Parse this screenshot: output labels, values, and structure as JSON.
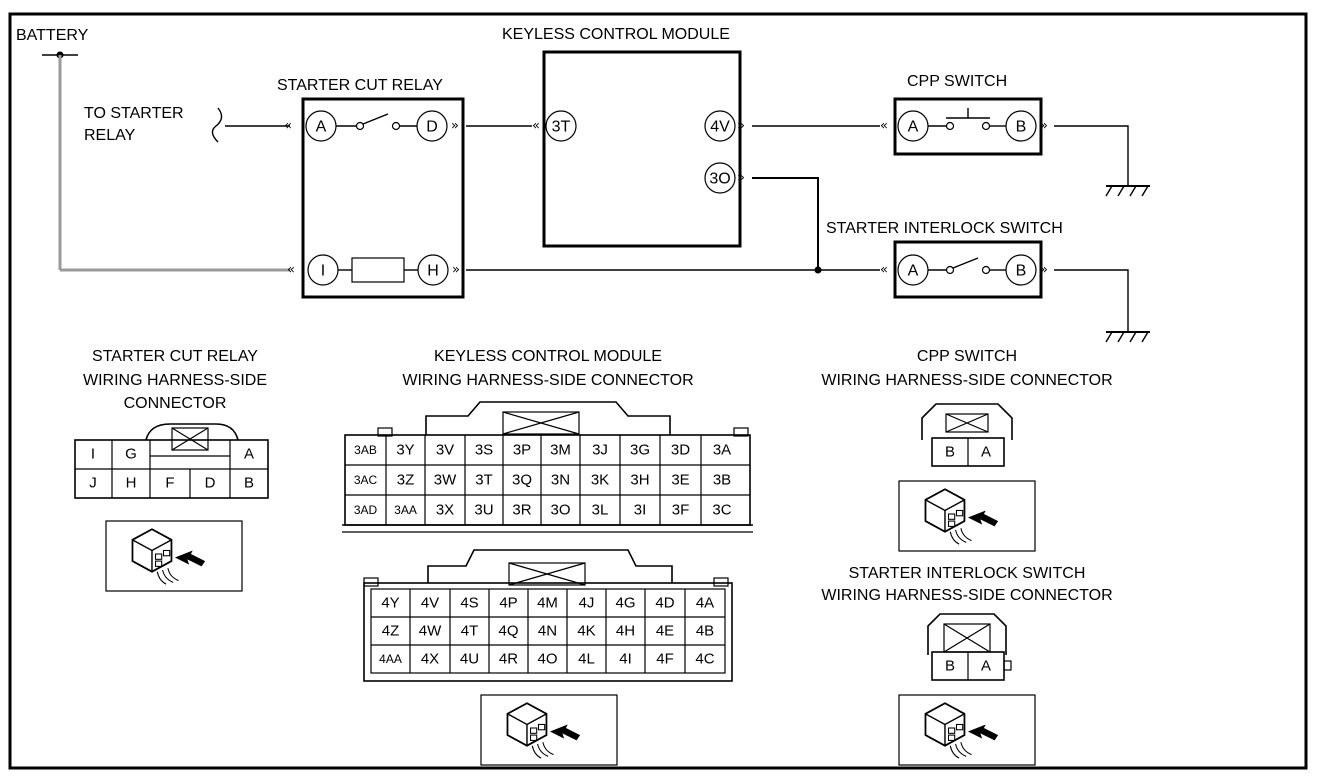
{
  "labels": {
    "battery": "BATTERY",
    "to_starter_relay_1": "TO STARTER",
    "to_starter_relay_2": "RELAY",
    "starter_cut_relay": "STARTER CUT RELAY",
    "keyless_control_module": "KEYLESS CONTROL MODULE",
    "cpp_switch": "CPP SWITCH",
    "starter_interlock_switch": "STARTER INTERLOCK SWITCH"
  },
  "pins": {
    "relay_a": "A",
    "relay_d": "D",
    "relay_i": "I",
    "relay_h": "H",
    "kcm_3t": "3T",
    "kcm_4v": "4V",
    "kcm_3o": "3O",
    "cpp_a": "A",
    "cpp_b": "B",
    "sis_a": "A",
    "sis_b": "B"
  },
  "connectors": {
    "relay": {
      "title": [
        "STARTER CUT RELAY",
        "WIRING HARNESS-SIDE",
        "CONNECTOR"
      ],
      "rows": [
        [
          "I",
          "G",
          "",
          "",
          "A"
        ],
        [
          "J",
          "H",
          "F",
          "D",
          "B"
        ]
      ]
    },
    "kcm": {
      "title": [
        "KEYLESS CONTROL MODULE",
        "WIRING HARNESS-SIDE CONNECTOR"
      ],
      "upper_rows": [
        [
          "3AB",
          "3Y",
          "3V",
          "3S",
          "3P",
          "3M",
          "3J",
          "3G",
          "3D",
          "3A"
        ],
        [
          "3AC",
          "3Z",
          "3W",
          "3T",
          "3Q",
          "3N",
          "3K",
          "3H",
          "3E",
          "3B"
        ],
        [
          "3AD",
          "3AA",
          "3X",
          "3U",
          "3R",
          "3O",
          "3L",
          "3I",
          "3F",
          "3C"
        ]
      ],
      "lower_rows": [
        [
          "4Y",
          "4V",
          "4S",
          "4P",
          "4M",
          "4J",
          "4G",
          "4D",
          "4A"
        ],
        [
          "4Z",
          "4W",
          "4T",
          "4Q",
          "4N",
          "4K",
          "4H",
          "4E",
          "4B"
        ],
        [
          "4AA",
          "4X",
          "4U",
          "4R",
          "4O",
          "4L",
          "4I",
          "4F",
          "4C"
        ]
      ]
    },
    "cpp": {
      "title": [
        "CPP SWITCH",
        "WIRING HARNESS-SIDE CONNECTOR"
      ],
      "cells": [
        "B",
        "A"
      ]
    },
    "sis": {
      "title": [
        "STARTER INTERLOCK SWITCH",
        "WIRING HARNESS-SIDE CONNECTOR"
      ],
      "cells": [
        "B",
        "A"
      ]
    }
  }
}
